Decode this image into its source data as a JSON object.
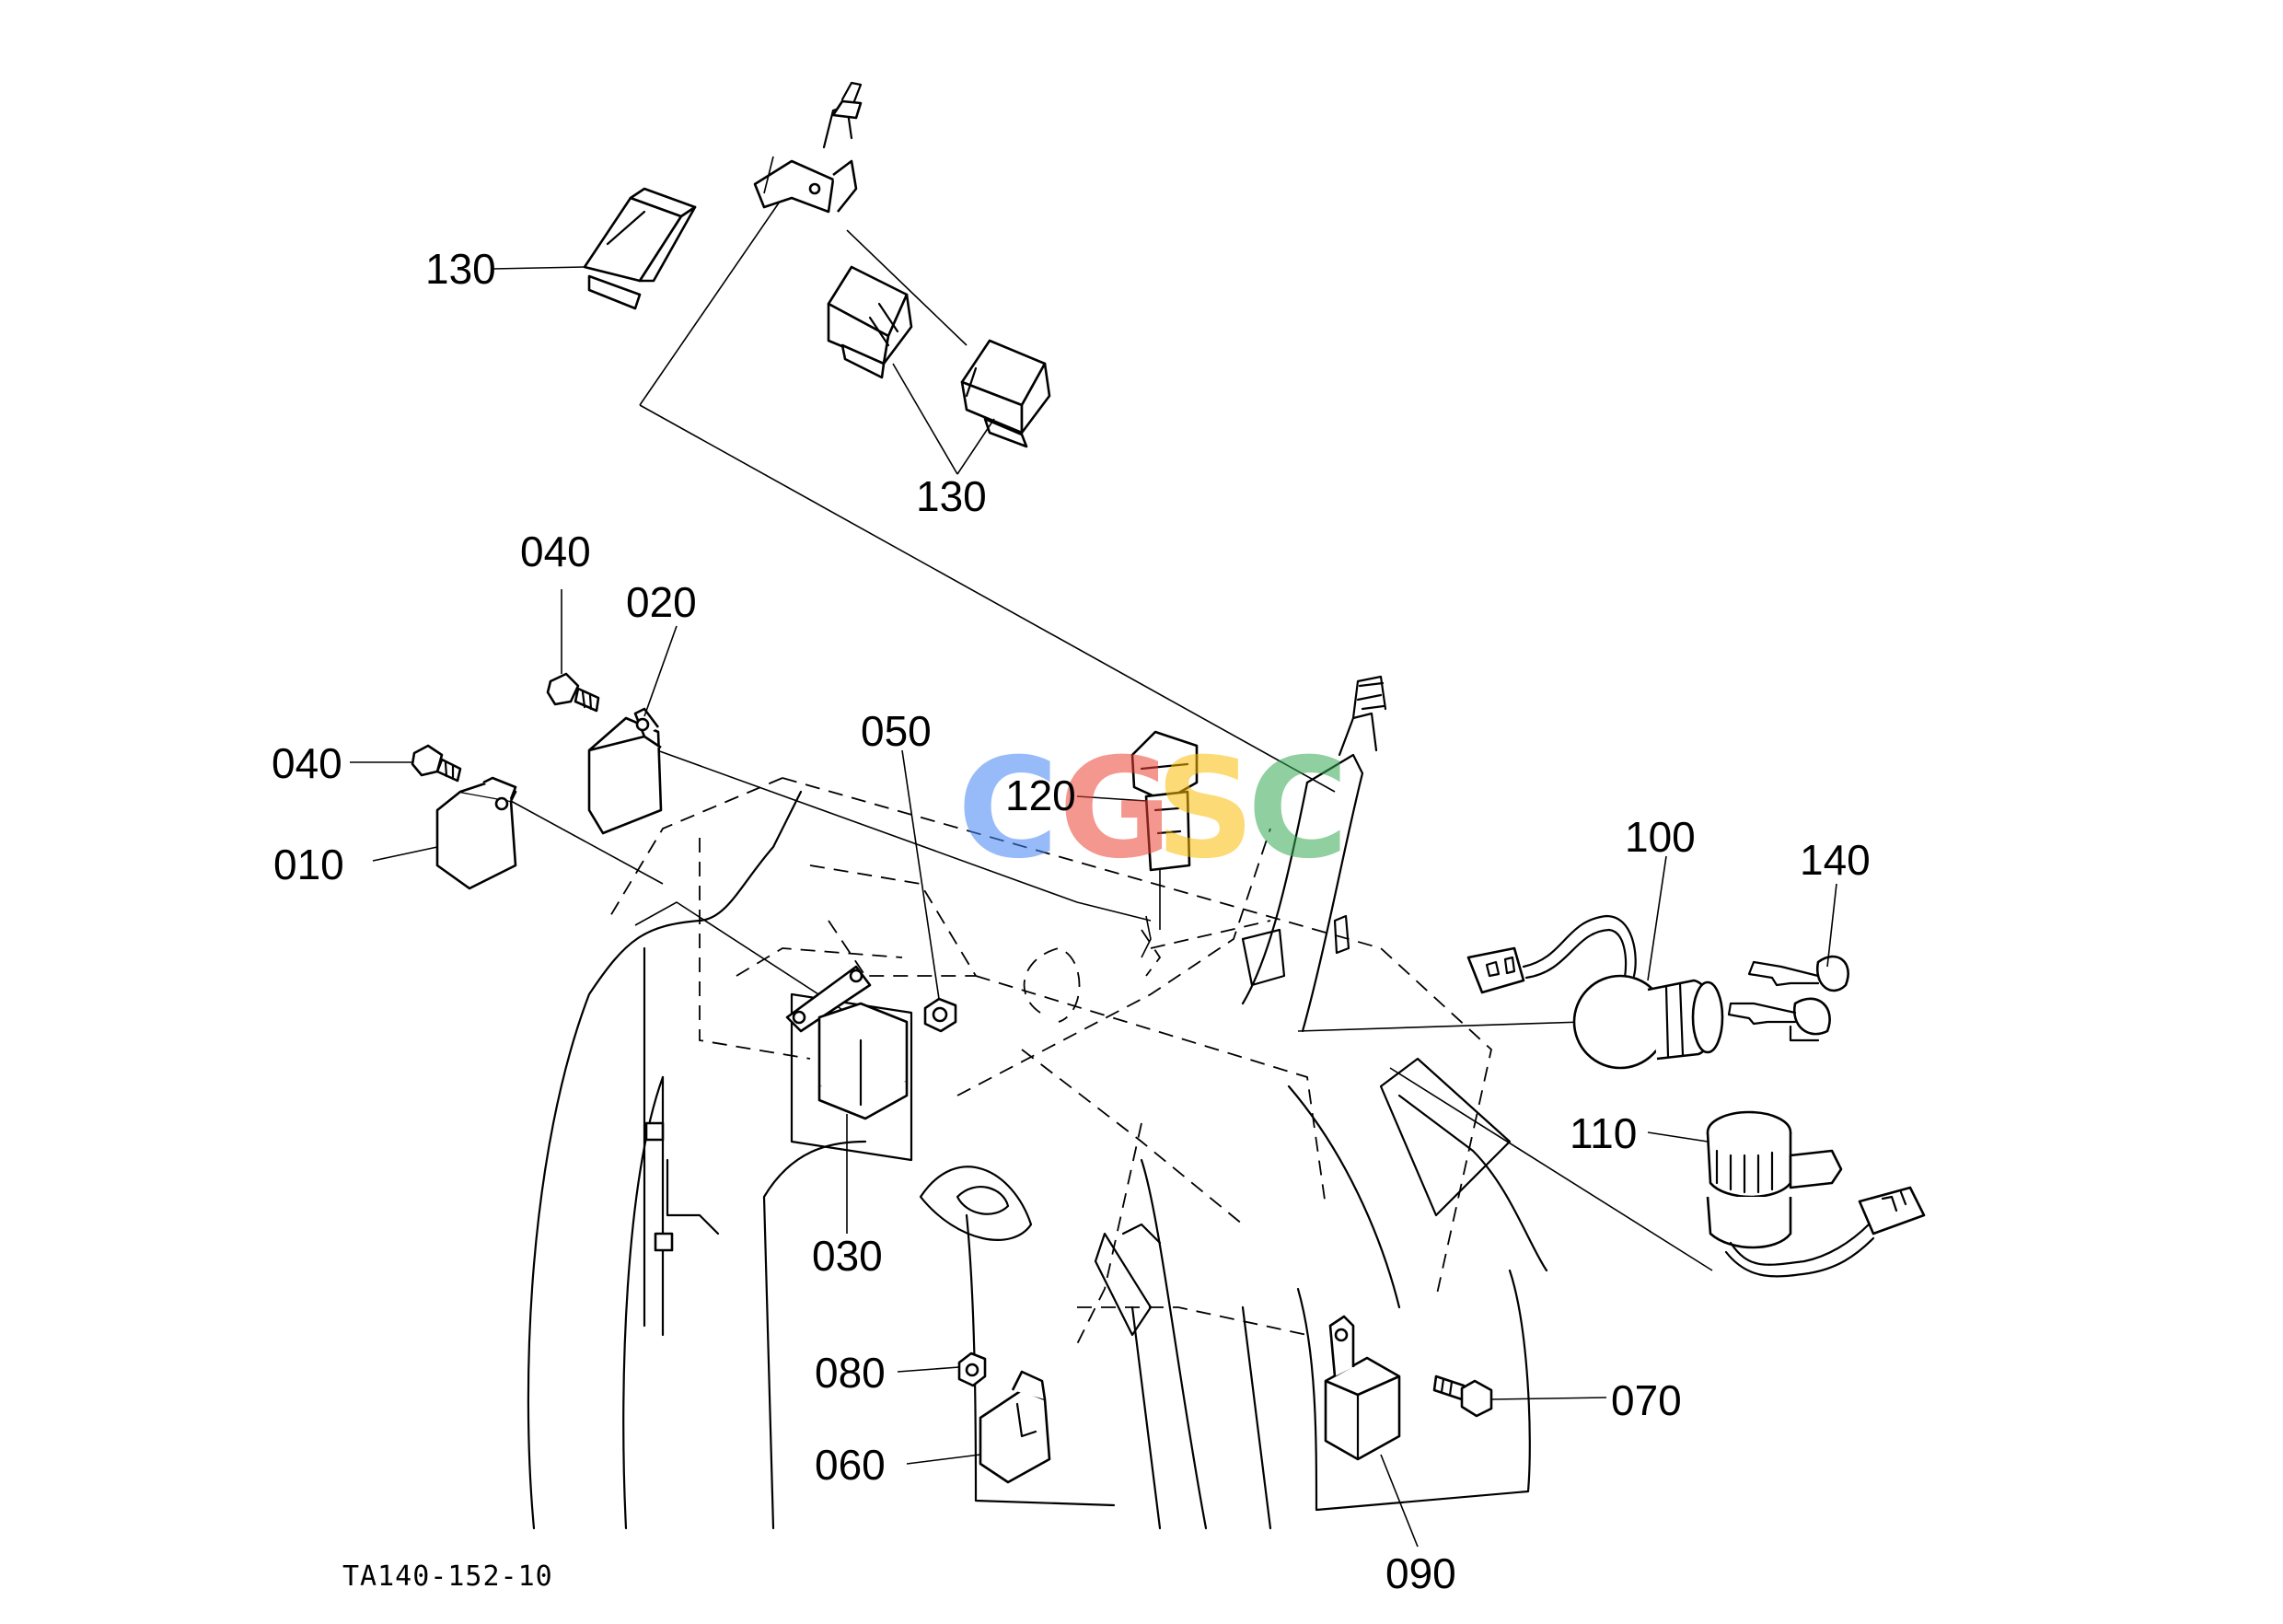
{
  "drawing_code": "TA140-152-10",
  "watermark": {
    "letters": [
      "C",
      "G",
      "S",
      "C"
    ],
    "colors": [
      "#4285F4",
      "#EA4335",
      "#FBBC05",
      "#34A853"
    ]
  },
  "callouts": {
    "p010": "010",
    "p020": "020",
    "p030": "030",
    "p040a": "040",
    "p040b": "040",
    "p050": "050",
    "p060": "060",
    "p070": "070",
    "p080": "080",
    "p090": "090",
    "p100": "100",
    "p110": "110",
    "p120": "120",
    "p130a": "130",
    "p130b": "130",
    "p140": "140"
  }
}
